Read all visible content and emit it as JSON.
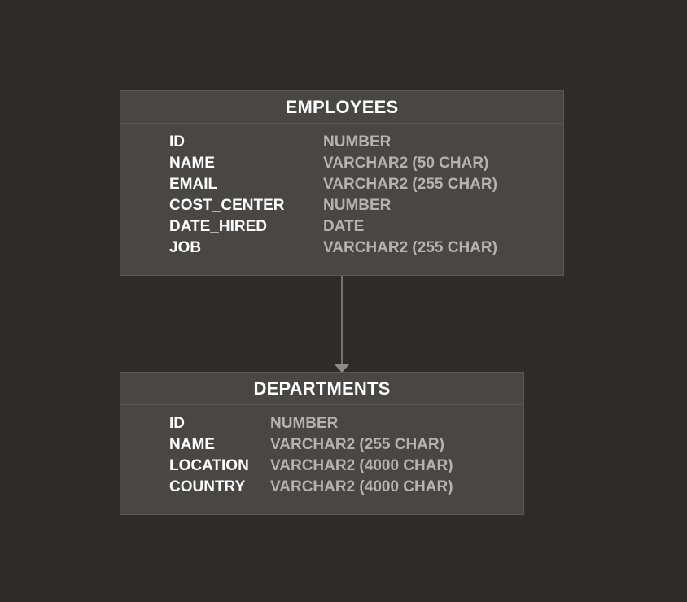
{
  "diagram": {
    "tables": [
      {
        "name": "EMPLOYEES",
        "columns": [
          {
            "name": "ID",
            "type": "NUMBER"
          },
          {
            "name": "NAME",
            "type": "VARCHAR2 (50 CHAR)"
          },
          {
            "name": "EMAIL",
            "type": "VARCHAR2 (255 CHAR)"
          },
          {
            "name": "COST_CENTER",
            "type": "NUMBER"
          },
          {
            "name": "DATE_HIRED",
            "type": "DATE"
          },
          {
            "name": "JOB",
            "type": "VARCHAR2 (255 CHAR)"
          }
        ]
      },
      {
        "name": "DEPARTMENTS",
        "columns": [
          {
            "name": "ID",
            "type": "NUMBER"
          },
          {
            "name": "NAME",
            "type": "VARCHAR2 (255 CHAR)"
          },
          {
            "name": "LOCATION",
            "type": "VARCHAR2 (4000 CHAR)"
          },
          {
            "name": "COUNTRY",
            "type": "VARCHAR2 (4000 CHAR)"
          }
        ]
      }
    ],
    "colors": {
      "background": "#2f2b29",
      "table_fill": "#494643",
      "table_border": "#5c5956",
      "column_name": "#ffffff",
      "column_type": "#b5b2af",
      "connector": "#8e8b88"
    }
  }
}
